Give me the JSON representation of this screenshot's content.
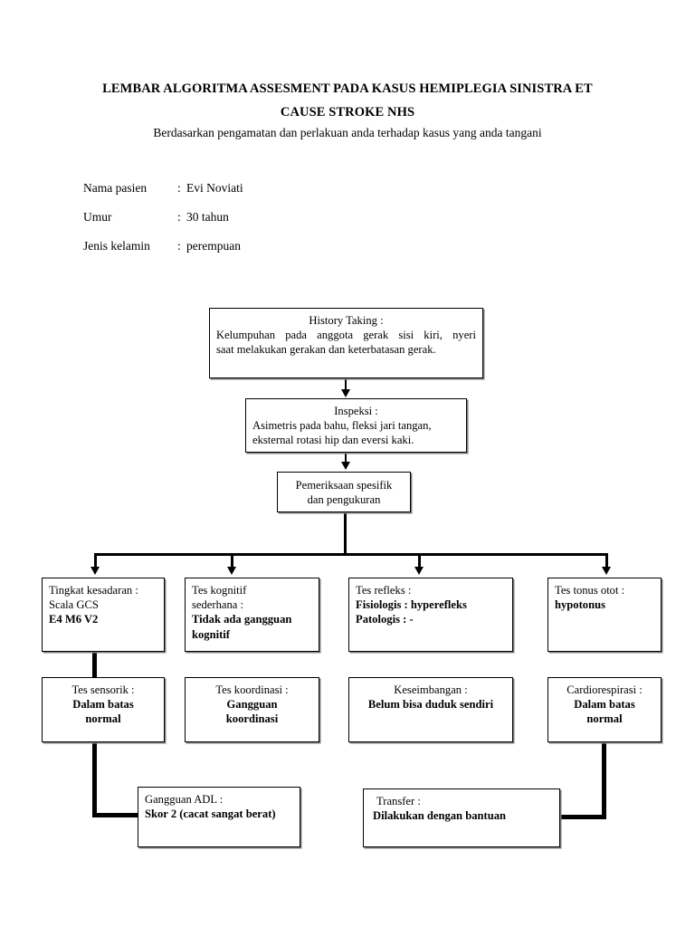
{
  "document": {
    "title_line1": "LEMBAR ALGORITMA ASSESMENT PADA KASUS HEMIPLEGIA SINISTRA ET",
    "title_line2": "CAUSE STROKE NHS",
    "subtitle": "Berdasarkan pengamatan dan perlakuan anda terhadap kasus yang anda tangani"
  },
  "patient": {
    "rows": [
      {
        "label": "Nama pasien",
        "sep": ":",
        "value": "Evi Noviati"
      },
      {
        "label": "Umur",
        "sep": ":",
        "value": "30 tahun"
      },
      {
        "label": "Jenis kelamin",
        "sep": ":",
        "value": "perempuan"
      }
    ]
  },
  "flowchart": {
    "history": {
      "heading": "History Taking :",
      "body_line1": "Kelumpuhan pada anggota gerak sisi kiri, nyeri",
      "body_line2": "saat melakukan gerakan dan keterbatasan gerak."
    },
    "inspeksi": {
      "heading": "Inspeksi :",
      "body_line1": "Asimetris pada bahu, fleksi jari tangan,",
      "body_line2": "eksternal rotasi hip dan eversi kaki."
    },
    "pemeriksaan": {
      "line1": "Pemeriksaan spesifik",
      "line2": "dan pengukuran"
    },
    "row1": [
      {
        "heading": "Tingkat kesadaran :",
        "subline": "Scala GCS",
        "value": "E4 M6 V2"
      },
      {
        "heading": "Tes kognitif",
        "subline": "sederhana :",
        "value": "Tidak ada gangguan kognitif"
      },
      {
        "heading": "Tes refleks :",
        "value_line1": "Fisiologis : hyperefleks",
        "value_line2": "Patologis : -"
      },
      {
        "heading": "Tes tonus otot :",
        "value": "hypotonus"
      }
    ],
    "row2": [
      {
        "heading": "Tes sensorik :",
        "value_line1": "Dalam batas",
        "value_line2": "normal"
      },
      {
        "heading": "Tes koordinasi :",
        "value_line1": "Gangguan",
        "value_line2": "koordinasi"
      },
      {
        "heading": "Keseimbangan :",
        "value_line1": "Belum bisa duduk sendiri",
        "value_line2": ""
      },
      {
        "heading": "Cardiorespirasi :",
        "value_line1": "Dalam batas",
        "value_line2": "normal"
      }
    ],
    "row3": [
      {
        "heading": "Gangguan ADL :",
        "value": "Skor 2 (cacat sangat berat)"
      },
      {
        "heading": "Transfer :",
        "value": "Dilakukan dengan bantuan"
      }
    ]
  }
}
